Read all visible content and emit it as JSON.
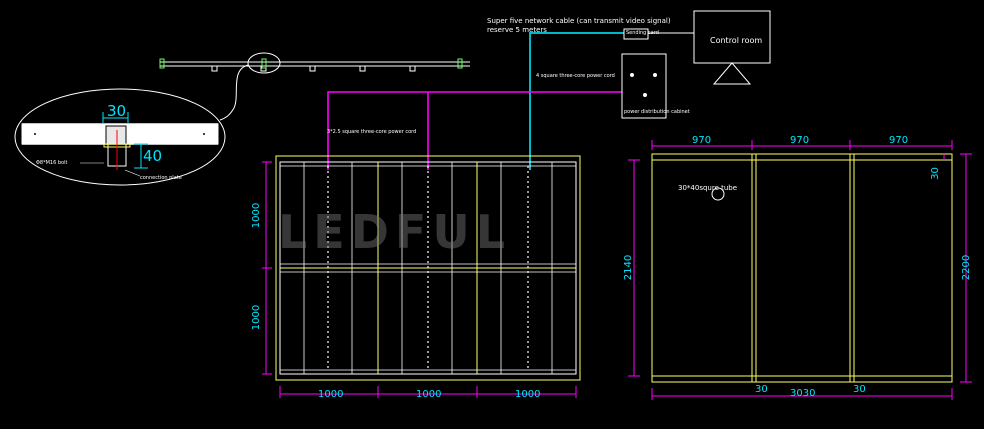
{
  "colors": {
    "background": "#000000",
    "lines": "#ffffff",
    "network_cable": "#00b7c7",
    "power_cord": "#ff00ff",
    "frame": "#ffff66",
    "dimension": "#00e5ff"
  },
  "network": {
    "line1": "Super five network cable (can transmit video signal)",
    "line2": "reserve 5 meters"
  },
  "sending_card": "Sending card",
  "control_room": "Control room",
  "power_cord_note": "4 square three-core power cord",
  "distribution_box": "power distribution cabinet",
  "screen_power_note": "3*2.5 square three-core power cord",
  "detail": {
    "dim_top": "30",
    "dim_side": "40",
    "bolt_label": "Φ8*M16 bolt",
    "plate_label": "connection plate"
  },
  "watermark": "LEDFUL",
  "front_view": {
    "height_top": "1000",
    "height_bottom": "1000",
    "width_1": "1000",
    "width_2": "1000",
    "width_3": "1000"
  },
  "frame_view": {
    "top_1": "970",
    "top_2": "970",
    "top_3": "970",
    "tube_label": "30*40squre tube",
    "right_small": "30",
    "right_total": "2200",
    "left_total": "2140",
    "bottom_left": "30",
    "bottom_total": "3030",
    "bottom_right": "30"
  }
}
